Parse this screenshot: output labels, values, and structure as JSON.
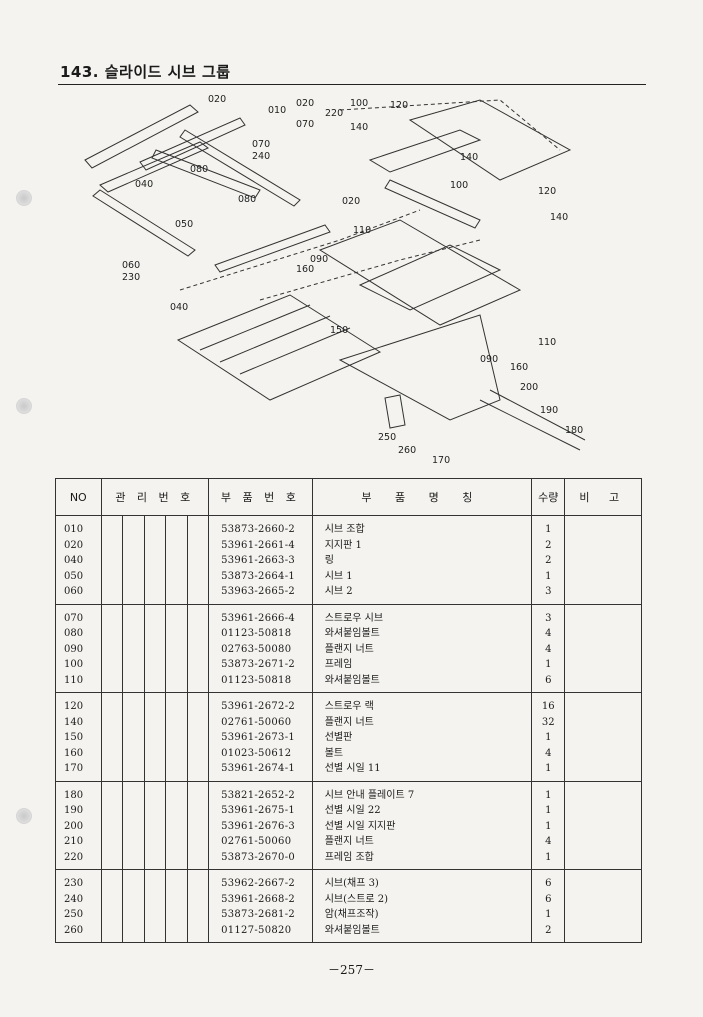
{
  "title": "143. 슬라이드 시브 그룹",
  "diagram_labels": {
    "l020a": "020",
    "l010": "010",
    "l020b": "020",
    "l070a": "070",
    "l220": "220",
    "l100a": "100",
    "l140a": "140",
    "l120a": "120",
    "l070b": "070",
    "l240": "240",
    "l080a": "080",
    "l040a": "040",
    "l140b": "140",
    "l100b": "100",
    "l120b": "120",
    "l080b": "080",
    "l020c": "020",
    "l140c": "140",
    "l050": "050",
    "l110a": "110",
    "l060": "060",
    "l230": "230",
    "l090a": "090",
    "l160a": "160",
    "l040b": "040",
    "l150": "150",
    "l110b": "110",
    "l090b": "090",
    "l160b": "160",
    "l200": "200",
    "l190": "190",
    "l180": "180",
    "l250": "250",
    "l260": "260",
    "l170": "170"
  },
  "table": {
    "headers": {
      "no": "NO",
      "mgmt": "관 리 번 호",
      "part_no": "부 품 번 호",
      "name": "부 품 명 칭",
      "qty": "수량",
      "remarks": "비 고"
    },
    "groups": [
      {
        "no": [
          "010",
          "020",
          "040",
          "050",
          "060"
        ],
        "part_no": [
          "53873-2660-2",
          "53961-2661-4",
          "53961-2663-3",
          "53873-2664-1",
          "53963-2665-2"
        ],
        "name": [
          "시브 조합",
          "지지판 1",
          "링",
          "시브 1",
          "시브 2"
        ],
        "qty": [
          "1",
          "2",
          "2",
          "1",
          "3"
        ]
      },
      {
        "no": [
          "070",
          "080",
          "090",
          "100",
          "110"
        ],
        "part_no": [
          "53961-2666-4",
          "01123-50818",
          "02763-50080",
          "53873-2671-2",
          "01123-50818"
        ],
        "name": [
          "스트로우 시브",
          "와셔붙임볼트",
          "플랜지 너트",
          "프레임",
          "와셔붙임볼트"
        ],
        "qty": [
          "3",
          "4",
          "4",
          "1",
          "6"
        ]
      },
      {
        "no": [
          "120",
          "140",
          "150",
          "160",
          "170"
        ],
        "part_no": [
          "53961-2672-2",
          "02761-50060",
          "53961-2673-1",
          "01023-50612",
          "53961-2674-1"
        ],
        "name": [
          "스트로우 랙",
          "플랜지 너트",
          "선별판",
          "볼트",
          "선별 시일 11"
        ],
        "qty": [
          "16",
          "32",
          "1",
          "4",
          "1"
        ]
      },
      {
        "no": [
          "180",
          "190",
          "200",
          "210",
          "220"
        ],
        "part_no": [
          "53821-2652-2",
          "53961-2675-1",
          "53961-2676-3",
          "02761-50060",
          "53873-2670-0"
        ],
        "name": [
          "시브 안내 플레이트 7",
          "선별 시일 22",
          "선별 시일 지지판",
          "플랜지 너트",
          "프레임 조합"
        ],
        "qty": [
          "1",
          "1",
          "1",
          "4",
          "1"
        ]
      },
      {
        "no": [
          "230",
          "240",
          "250",
          "260"
        ],
        "part_no": [
          "53962-2667-2",
          "53961-2668-2",
          "53873-2681-2",
          "01127-50820"
        ],
        "name": [
          "시브(채프 3)",
          "시브(스트로 2)",
          "암(채프조작)",
          "와셔붙임볼트"
        ],
        "qty": [
          "6",
          "6",
          "1",
          "2"
        ]
      }
    ]
  },
  "page_number": "－257－"
}
